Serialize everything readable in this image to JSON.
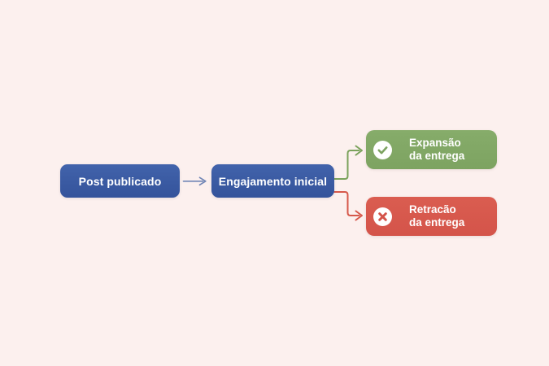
{
  "background_color": "#fcf0ee",
  "flowchart": {
    "nodes": [
      {
        "id": "post",
        "label": "Post publicado",
        "color": "#3a5aa2"
      },
      {
        "id": "engagement",
        "label": "Engajamento inicial",
        "color": "#3a5aa2"
      }
    ],
    "outcomes": [
      {
        "id": "expansion",
        "line1": "Expansão",
        "line2": "da entrega",
        "color": "#7da361",
        "icon": "check-circle-icon",
        "icon_color": "#7da361"
      },
      {
        "id": "retraction",
        "line1": "Retracão",
        "line2": "da entrega",
        "color": "#d4544a",
        "icon": "x-circle-icon",
        "icon_color": "#d4544a"
      }
    ],
    "connectors": [
      {
        "id": "post-to-engagement",
        "color": "#7085b5",
        "style": "straight-arrow"
      },
      {
        "id": "engagement-to-expansion",
        "color": "#7ba25c",
        "style": "elbow-arrow"
      },
      {
        "id": "engagement-to-retraction",
        "color": "#d6594b",
        "style": "elbow-arrow"
      }
    ]
  }
}
